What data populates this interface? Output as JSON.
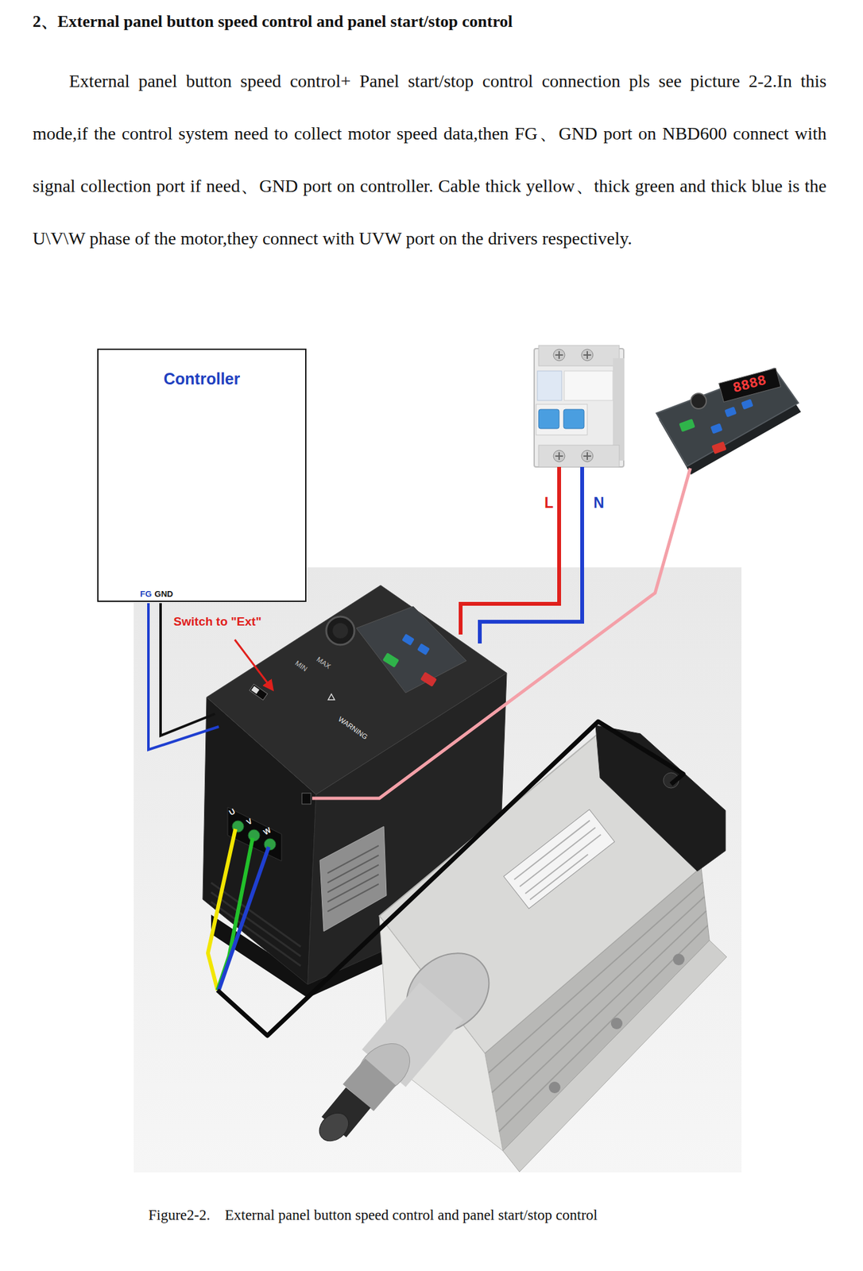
{
  "diagram": {
    "title": "2、External panel button speed control and panel start/stop control",
    "caption": "Figure2-2.    External panel button speed control and panel start/stop control",
    "nodes": [
      {
        "text": [
          "Controller"
        ]
      }
    ],
    "labels": [
      "External panel button speed control+ Panel start/stop control connection pls see picture 2-2.In this mode,if the control system need to collect motor speed data,then FG、GND port on NBD600 connect with signal collection port if need、GND port on controller. Cable thick yellow、thick green and thick blue is the U\\V\\W phase of the motor,they connect with UVW port on the drivers respectively.",
      "FG",
      "GND",
      "Switch to \"Ext\"",
      "L",
      "N",
      "U",
      "V",
      "W",
      "MIN",
      "MAX",
      "8888",
      "WARNING"
    ]
  }
}
